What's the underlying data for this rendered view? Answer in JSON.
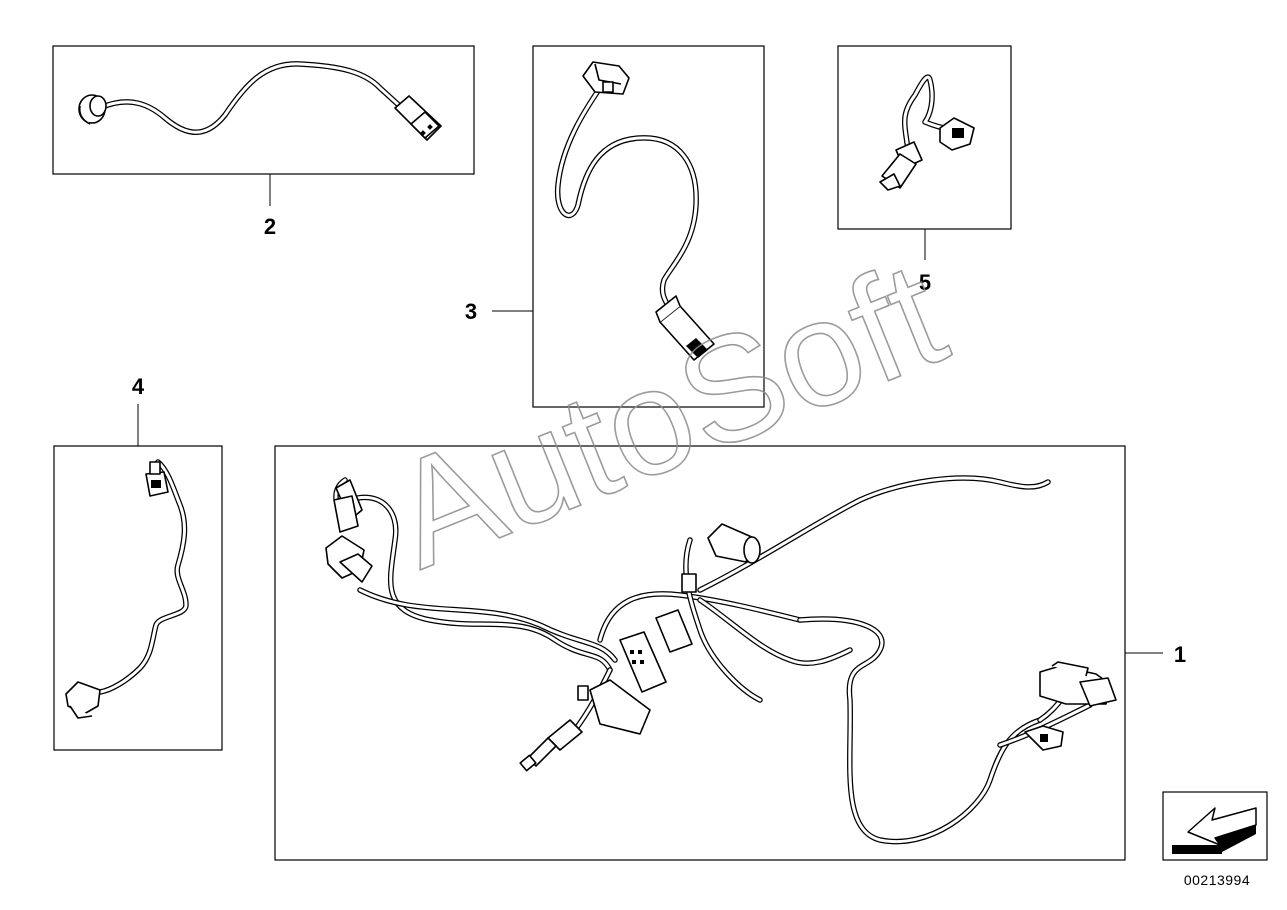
{
  "callouts": {
    "part1": "1",
    "part2": "2",
    "part3": "3",
    "part4": "4",
    "part5": "5"
  },
  "watermark": "AutoSoft",
  "document_number": "00213994",
  "icons": {
    "corner": "direction-arrow-icon"
  },
  "colors": {
    "line": "#000000",
    "background": "#ffffff",
    "watermark": "#8a8a8a"
  }
}
